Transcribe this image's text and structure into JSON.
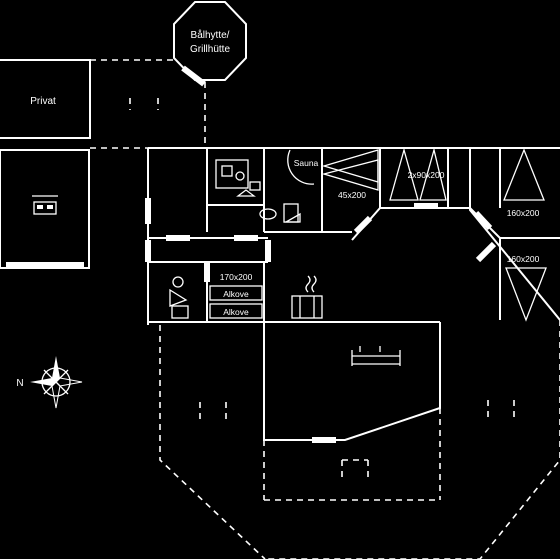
{
  "plan": {
    "rooms": {
      "gazebo": "Bålhytte/\nGrillhütte",
      "private": "Privat"
    },
    "bed_sizes": {
      "bunk_small": "45x200",
      "double_top": "2x90x200",
      "single_right_top": "160x200",
      "single_right_bottom": "160x200",
      "bedroom_left": "170x200"
    },
    "labels": {
      "sauna": "Sauna",
      "alkove_1": "Alkove",
      "alkove_2": "Alkove"
    },
    "compass": {
      "north": "N"
    }
  }
}
